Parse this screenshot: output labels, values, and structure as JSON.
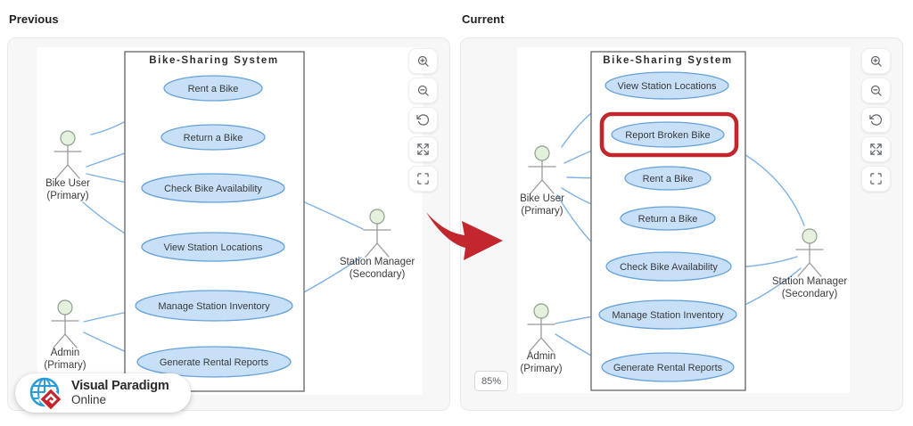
{
  "panels": {
    "previous": {
      "label": "Previous",
      "diagram": {
        "title": "Bike-Sharing System",
        "use_cases": [
          "Rent a Bike",
          "Return a Bike",
          "Check Bike Availability",
          "View Station Locations",
          "Manage Station Inventory",
          "Generate Rental Reports"
        ],
        "actors": [
          {
            "name": "Bike User",
            "role": "(Primary)"
          },
          {
            "name": "Admin",
            "role": "(Primary)"
          },
          {
            "name": "Station Manager",
            "role": "(Secondary)"
          }
        ]
      }
    },
    "current": {
      "label": "Current",
      "zoom_level": "85%",
      "diagram": {
        "title": "Bike-Sharing System",
        "use_cases": [
          "View Station Locations",
          "Report Broken Bike",
          "Rent a Bike",
          "Return a Bike",
          "Check Bike Availability",
          "Manage Station Inventory",
          "Generate Rental Reports"
        ],
        "highlighted_use_case": "Report Broken Bike",
        "actors": [
          {
            "name": "Bike User",
            "role": "(Primary)"
          },
          {
            "name": "Admin",
            "role": "(Primary)"
          },
          {
            "name": "Station Manager",
            "role": "(Secondary)"
          }
        ]
      }
    }
  },
  "toolbar": {
    "buttons": [
      "zoom-in",
      "zoom-out",
      "reset-view",
      "expand",
      "fullscreen"
    ]
  },
  "logo": {
    "name": "Visual Paradigm",
    "product": "Online"
  },
  "colors": {
    "use_case_fill": "#c7e0f8",
    "use_case_stroke": "#66a2da",
    "connector": "#7fb2e5",
    "highlight_red": "#c1272d",
    "actor_head_fill": "#e4f1dc",
    "card_background": "#f7f7f8"
  }
}
